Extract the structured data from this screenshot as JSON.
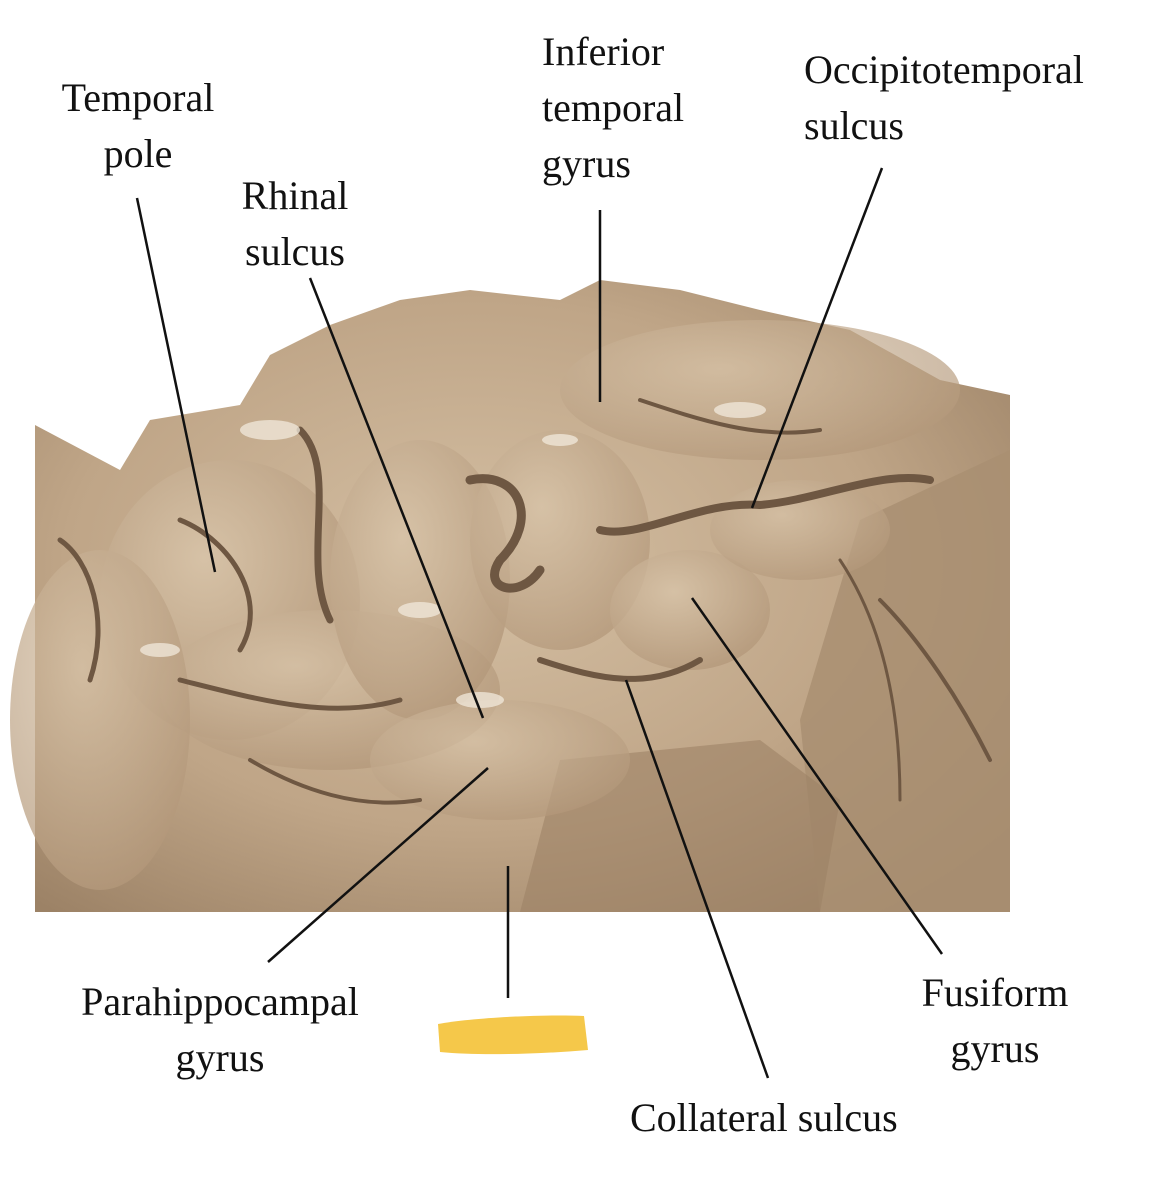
{
  "labels": {
    "temporal_pole": "Temporal\npole",
    "rhinal_sulcus": "Rhinal\nsulcus",
    "inferior_temporal_gyrus": "Inferior\ntemporal\ngyrus",
    "occipitotemporal_sulcus": "Occipitotemporal\nsulcus",
    "parahippocampal_gyrus": "Parahippocampal\ngyrus",
    "collateral_sulcus": "Collateral sulcus",
    "fusiform_gyrus": "Fusiform\ngyrus"
  },
  "colors": {
    "brain": "#b99f82",
    "brain_light": "#d2bea3",
    "brain_dark": "#7d654e",
    "leader_line": "#111111",
    "highlight_marker": "#f5c84a"
  }
}
